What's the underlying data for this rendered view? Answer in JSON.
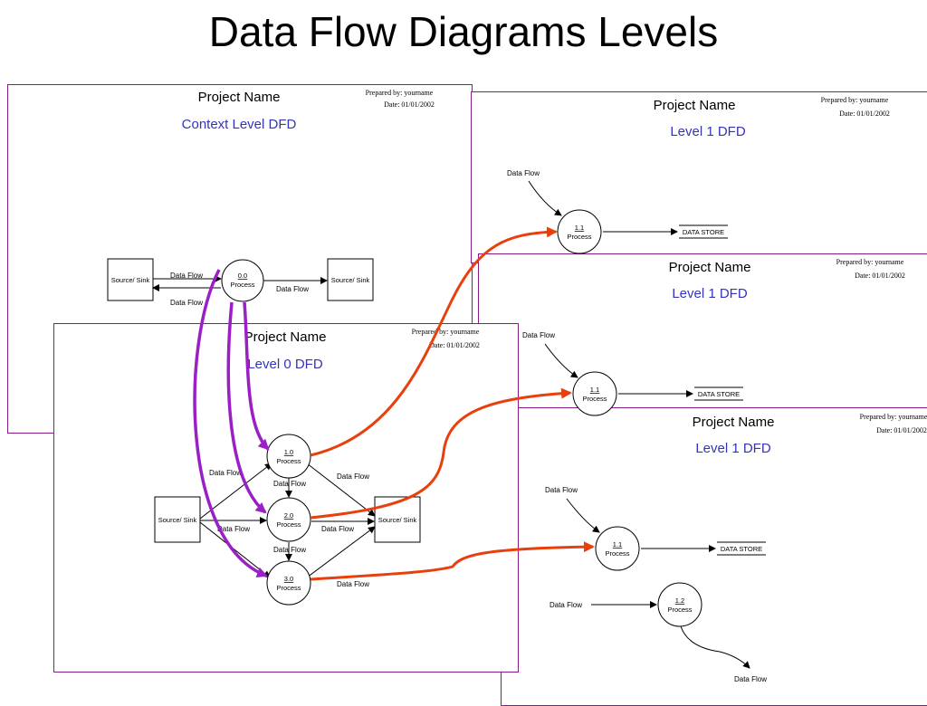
{
  "title": "Data Flow Diagrams Levels",
  "colors": {
    "frame": "#8B1A89",
    "subtitle": "#3333BB",
    "red_arrow": "#E8400C",
    "purple_arrow": "#9B1FC6"
  },
  "common": {
    "project_name": "Project Name",
    "prepared_by": "Prepared by: yourname",
    "date": "Date: 01/01/2002",
    "data_flow": "Data Flow",
    "source_sink": "Source/ Sink",
    "data_store": "DATA STORE",
    "process_word": "Process"
  },
  "context": {
    "subtitle": "Context Level DFD",
    "process_id": "0.0"
  },
  "level0": {
    "subtitle": "Level 0 DFD",
    "processes": [
      "1.0",
      "2.0",
      "3.0"
    ]
  },
  "level1_a": {
    "subtitle": "Level 1 DFD",
    "process_id": "1.1"
  },
  "level1_b": {
    "subtitle": "Level 1 DFD",
    "process_id": "1.1"
  },
  "level1_c": {
    "subtitle": "Level 1 DFD",
    "process_ids": [
      "1.1",
      "1.2"
    ]
  }
}
